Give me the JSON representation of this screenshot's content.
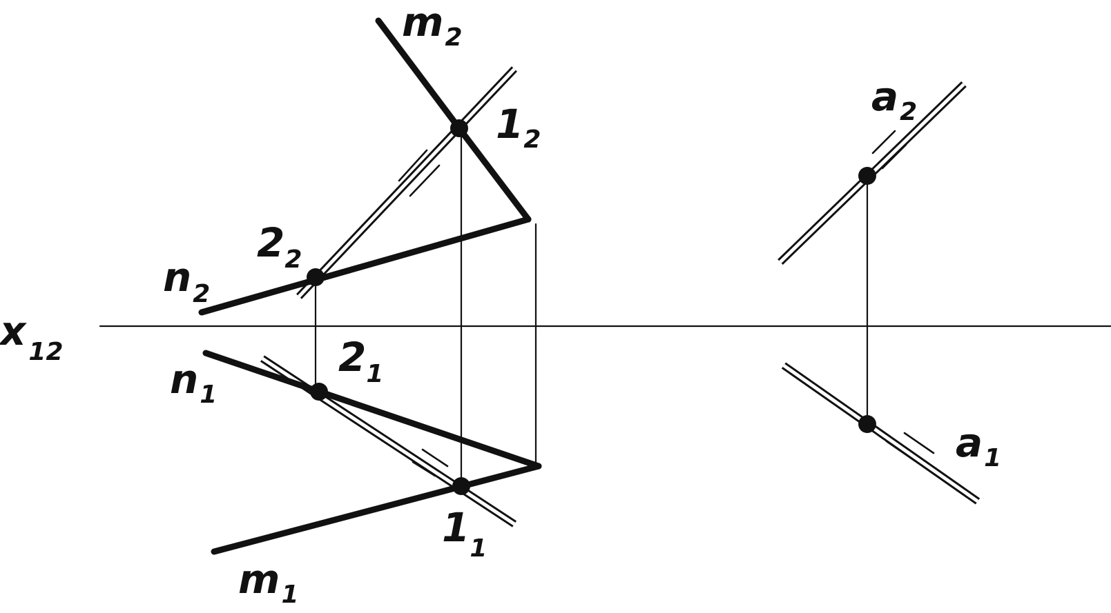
{
  "axis": {
    "base": "x",
    "sub": "12"
  },
  "lines": {
    "m2": {
      "base": "m",
      "sub": "2"
    },
    "m1": {
      "base": "m",
      "sub": "1"
    },
    "n2": {
      "base": "n",
      "sub": "2"
    },
    "n1": {
      "base": "n",
      "sub": "1"
    },
    "a2": {
      "base": "a",
      "sub": "2"
    },
    "a1": {
      "base": "a",
      "sub": "1"
    }
  },
  "points": {
    "p1_2": {
      "base": "1",
      "sub": "2"
    },
    "p1_1": {
      "base": "1",
      "sub": "1"
    },
    "p2_2": {
      "base": "2",
      "sub": "2"
    },
    "p2_1": {
      "base": "2",
      "sub": "1"
    }
  },
  "colors": {
    "ink": "#111111",
    "paper": "#ffffff"
  }
}
